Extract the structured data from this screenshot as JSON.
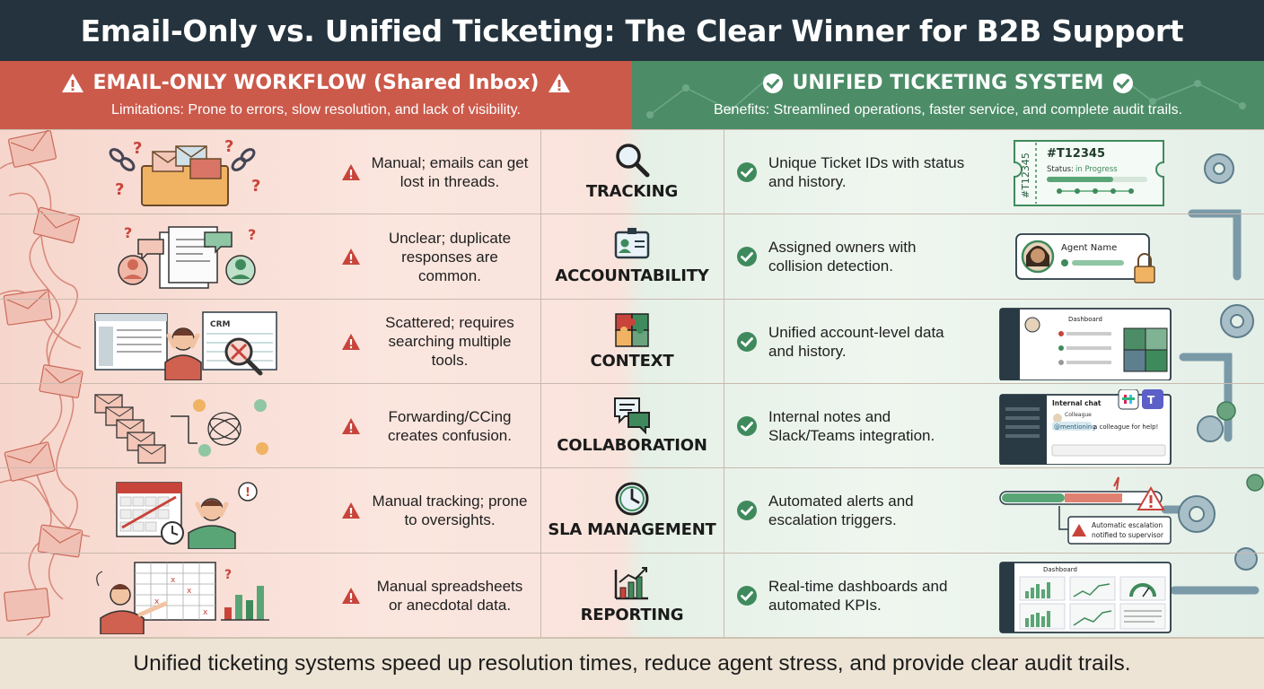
{
  "title": "Email-Only vs. Unified Ticketing: The Clear Winner for B2B Support",
  "left_header": {
    "title": "EMAIL-ONLY WORKFLOW (Shared Inbox)",
    "subtitle": "Limitations: Prone to errors, slow resolution, and lack of visibility."
  },
  "right_header": {
    "title": "UNIFIED TICKETING SYSTEM",
    "subtitle": "Benefits: Streamlined operations, faster service, and complete audit trails."
  },
  "rows": [
    {
      "category": "TRACKING",
      "email": "Manual; emails can get lost in threads.",
      "unified": "Unique Ticket IDs with status and history.",
      "icon": "magnifier-icon"
    },
    {
      "category": "ACCOUNTABILITY",
      "email": "Unclear; duplicate responses are common.",
      "unified": "Assigned owners with collision detection.",
      "icon": "id-badge-icon"
    },
    {
      "category": "CONTEXT",
      "email": "Scattered; requires searching multiple tools.",
      "unified": "Unified account-level data and history.",
      "icon": "puzzle-icon"
    },
    {
      "category": "COLLABORATION",
      "email": "Forwarding/CCing creates confusion.",
      "unified": "Internal notes and Slack/Teams integration.",
      "icon": "chat-bubbles-icon"
    },
    {
      "category": "SLA MANAGEMENT",
      "email": "Manual tracking; prone to oversights.",
      "unified": "Automated alerts and escalation triggers.",
      "icon": "clock-icon"
    },
    {
      "category": "REPORTING",
      "email": "Manual spreadsheets or anecdotal data.",
      "unified": "Real-time dashboards and automated KPIs.",
      "icon": "bar-chart-icon"
    }
  ],
  "illustrations": {
    "ticket_id": "#T12345",
    "ticket_side": "#T12345",
    "ticket_status_label": "Status:",
    "ticket_status_value": "in Progress",
    "agent_name": "Agent Name",
    "crm_label": "CRM",
    "dashboard_label": "Dashboard",
    "chat_title": "Internal chat",
    "chat_user": "Colleague",
    "chat_mention": "@mentioning",
    "chat_message": "a colleague for help!",
    "escalation_line1": "Automatic escalation",
    "escalation_line2": "notified to supervisor",
    "reporting_dashboard": "Dashboard"
  },
  "footer": "Unified ticketing systems speed up resolution times, reduce agent stress, and provide clear audit trails.",
  "colors": {
    "title_bg": "#24333d",
    "email_header": "#cc5a4b",
    "unified_header": "#4c8d68",
    "warning": "#c8443a",
    "check": "#3f8a5c"
  }
}
